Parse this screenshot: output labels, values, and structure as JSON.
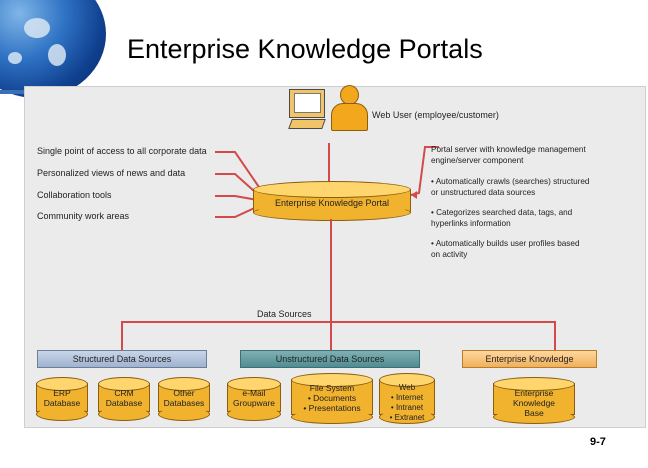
{
  "title": "Enterprise Knowledge Portals",
  "page_number": "9-7",
  "web_user": "Web User (employee/customer)",
  "left_features": [
    "Single point of access to all corporate data",
    "Personalized views of news and data",
    "Collaboration tools",
    "Community work areas"
  ],
  "portal_label": "Enterprise Knowledge Portal",
  "server_text": [
    "Portal server with knowledge management",
    "engine/server component"
  ],
  "server_bullets": [
    [
      "• Automatically crawls (searches) structured",
      "  or unstructured data sources"
    ],
    [
      "• Categorizes searched data, tags, and",
      "  hyperlinks information"
    ],
    [
      "• Automatically builds user profiles based",
      "  on activity"
    ]
  ],
  "data_sources_label": "Data Sources",
  "categories": {
    "structured": "Structured Data Sources",
    "unstructured": "Unstructured Data Sources",
    "enterprise": "Enterprise Knowledge"
  },
  "structured_sources": [
    [
      "ERP",
      "Database"
    ],
    [
      "CRM",
      "Database"
    ],
    [
      "Other",
      "Databases"
    ]
  ],
  "unstructured_sources": [
    [
      "e-Mail",
      "Groupware"
    ],
    [
      "File System",
      "• Documents",
      "• Presentations"
    ],
    [
      "Web",
      "• Internet",
      "• Intranet",
      "• Extranet"
    ]
  ],
  "enterprise_source": [
    "Enterprise",
    "Knowledge",
    "Base"
  ],
  "colors": {
    "line": "#d34a4a",
    "cylinder": "#f1b22e",
    "structured_bar": "#9fb2cf",
    "unstructured_bar": "#4f8c91",
    "enterprise_bar": "#f0b05d"
  }
}
